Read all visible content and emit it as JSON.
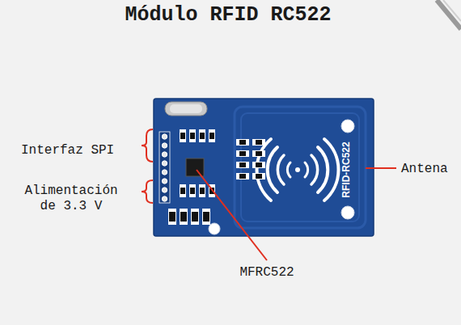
{
  "diagram": {
    "title": "Módulo RFID RC522",
    "labels": [
      "Interfaz SPI",
      "Alimentación de 3.3 V",
      "MFRC522",
      "Antena",
      "RFID-RC522"
    ]
  }
}
